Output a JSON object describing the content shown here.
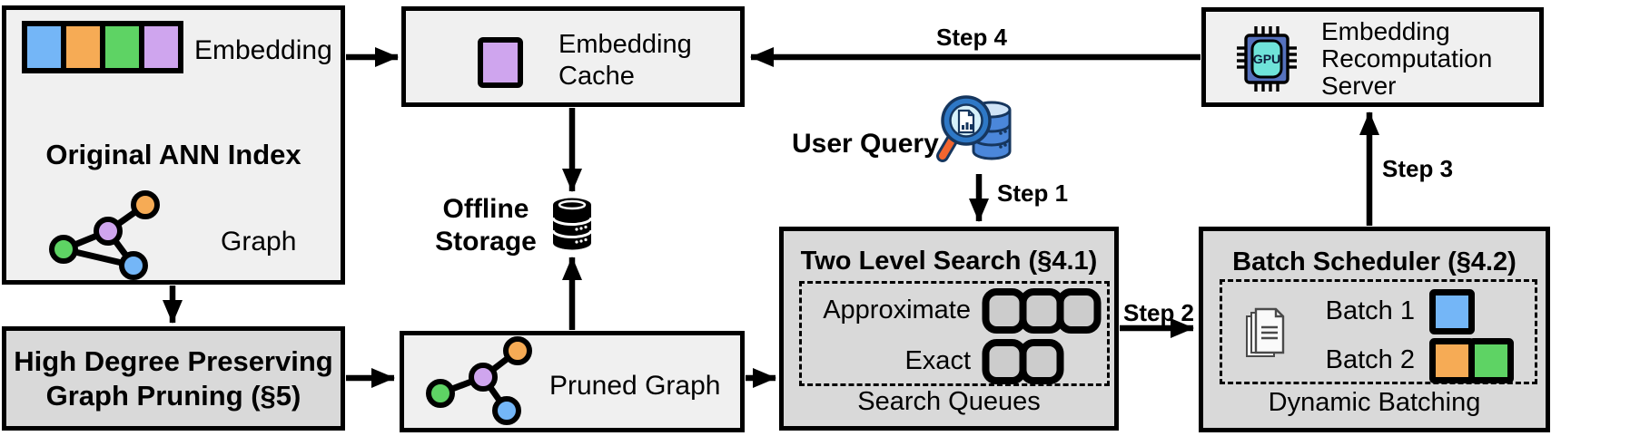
{
  "colors": {
    "blue": "#74b6f7",
    "orange": "#f6ab55",
    "green": "#5ed364",
    "purple": "#cfa5ee",
    "box_light": "#f0f0f0",
    "box_gray": "#d9d9d9",
    "queue_fill": "#cccccc",
    "outline": "#000000",
    "gpu_chip": "#5571bd",
    "gpu_core": "#6fe3d9",
    "magnifier_ring": "#2e78c6",
    "magnifier_lens": "#d6f1fa",
    "magnifier_handle": "#f2652f",
    "query_db_body": "#4b87da",
    "query_db_top": "#cfe3f7",
    "query_db_ink": "#16365e",
    "doc_icon_stroke": "#4a4a4a"
  },
  "ann_index": {
    "embedding_label": "Embedding",
    "title": "Original ANN Index",
    "graph_label": "Graph"
  },
  "embedding_cache": {
    "line1": "Embedding",
    "line2": "Cache"
  },
  "offline_storage": {
    "line1": "Offline",
    "line2": "Storage"
  },
  "user_query": {
    "label": "User Query"
  },
  "two_level_search": {
    "title": "Two Level Search (§4.1)",
    "approximate_label": "Approximate",
    "exact_label": "Exact",
    "approximate_queue_slots": 3,
    "exact_queue_slots": 2,
    "caption": "Search Queues"
  },
  "batch_scheduler": {
    "title": "Batch Scheduler (§4.2)",
    "batch1_label": "Batch 1",
    "batch2_label": "Batch 2",
    "caption": "Dynamic Batching"
  },
  "recomputation_server": {
    "line1": "Embedding",
    "line2": "Recomputation",
    "line3": "Server",
    "gpu_label": "GPU"
  },
  "graph_pruning": {
    "line1": "High Degree Preserving",
    "line2": "Graph Pruning (§5)"
  },
  "pruned_graph": {
    "label": "Pruned Graph"
  },
  "steps": {
    "s1": "Step 1",
    "s2": "Step 2",
    "s3": "Step 3",
    "s4": "Step 4"
  }
}
